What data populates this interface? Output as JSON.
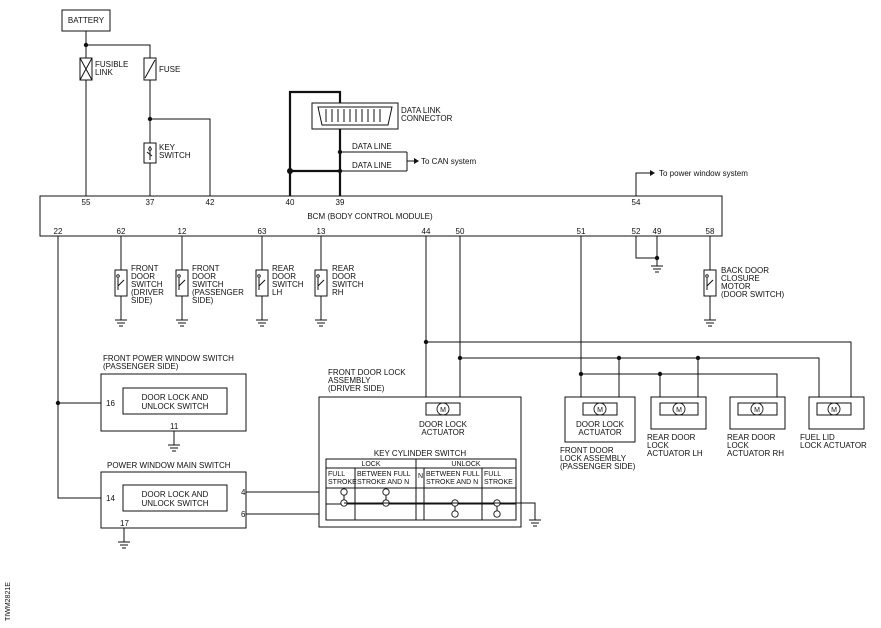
{
  "battery_label": "BATTERY",
  "fusible_link_label": [
    "FUSIBLE",
    "LINK"
  ],
  "fuse_label": "FUSE",
  "key_switch_label": [
    "KEY",
    "SWITCH"
  ],
  "data_link_connector_label": [
    "DATA LINK",
    "CONNECTOR"
  ],
  "data_line_label": "DATA LINE",
  "to_can_label": "To CAN system",
  "to_power_window_label": "To power window system",
  "bcm_label": "BCM (BODY CONTROL MODULE)",
  "bcm_top_pins": [
    "55",
    "37",
    "42",
    "40",
    "39",
    "54"
  ],
  "bcm_bottom_pins": [
    "22",
    "62",
    "12",
    "63",
    "13",
    "44",
    "50",
    "51",
    "52",
    "49",
    "58"
  ],
  "door_switches": [
    {
      "label": [
        "FRONT",
        "DOOR",
        "SWITCH",
        "(DRIVER",
        "SIDE)"
      ]
    },
    {
      "label": [
        "FRONT",
        "DOOR",
        "SWITCH",
        "(PASSENGER",
        "SIDE)"
      ]
    },
    {
      "label": [
        "REAR",
        "DOOR",
        "SWITCH",
        "LH"
      ]
    },
    {
      "label": [
        "REAR",
        "DOOR",
        "SWITCH",
        "RH"
      ]
    }
  ],
  "back_door_label": [
    "BACK DOOR",
    "CLOSURE",
    "MOTOR",
    "(DOOR SWITCH)"
  ],
  "front_pw_switch_label": [
    "FRONT POWER WINDOW SWITCH",
    "(PASSENGER SIDE)"
  ],
  "front_pw_pins": [
    "16",
    "11"
  ],
  "door_lock_unlock_switch_label": [
    "DOOR LOCK AND",
    "UNLOCK SWITCH"
  ],
  "pw_main_switch_label": "POWER WINDOW MAIN SWITCH",
  "pw_main_pins": [
    "14",
    "4",
    "6",
    "17"
  ],
  "front_door_lock_driver_label": [
    "FRONT DOOR LOCK",
    "ASSEMBLY",
    "(DRIVER SIDE)"
  ],
  "door_lock_actuator_label": [
    "DOOR LOCK",
    "ACTUATOR"
  ],
  "key_cylinder_switch": {
    "title": "KEY CYLINDER SWITCH",
    "lock_header": "LOCK",
    "unlock_header": "UNLOCK",
    "col_full_stroke": [
      "FULL",
      "STROKE"
    ],
    "col_between": [
      "BETWEEN FULL",
      "STROKE AND N"
    ],
    "col_n": "N"
  },
  "passenger_lock_label": [
    "FRONT DOOR",
    "LOCK ASSEMBLY",
    "(PASSENGER SIDE)"
  ],
  "rear_lh_label": [
    "REAR DOOR",
    "LOCK",
    "ACTUATOR LH"
  ],
  "rear_rh_label": [
    "REAR DOOR",
    "LOCK",
    "ACTUATOR RH"
  ],
  "fuel_lid_label": [
    "FUEL LID",
    "LOCK ACTUATOR"
  ],
  "motor_symbol": "M",
  "figure_id": "TIWM2821E"
}
